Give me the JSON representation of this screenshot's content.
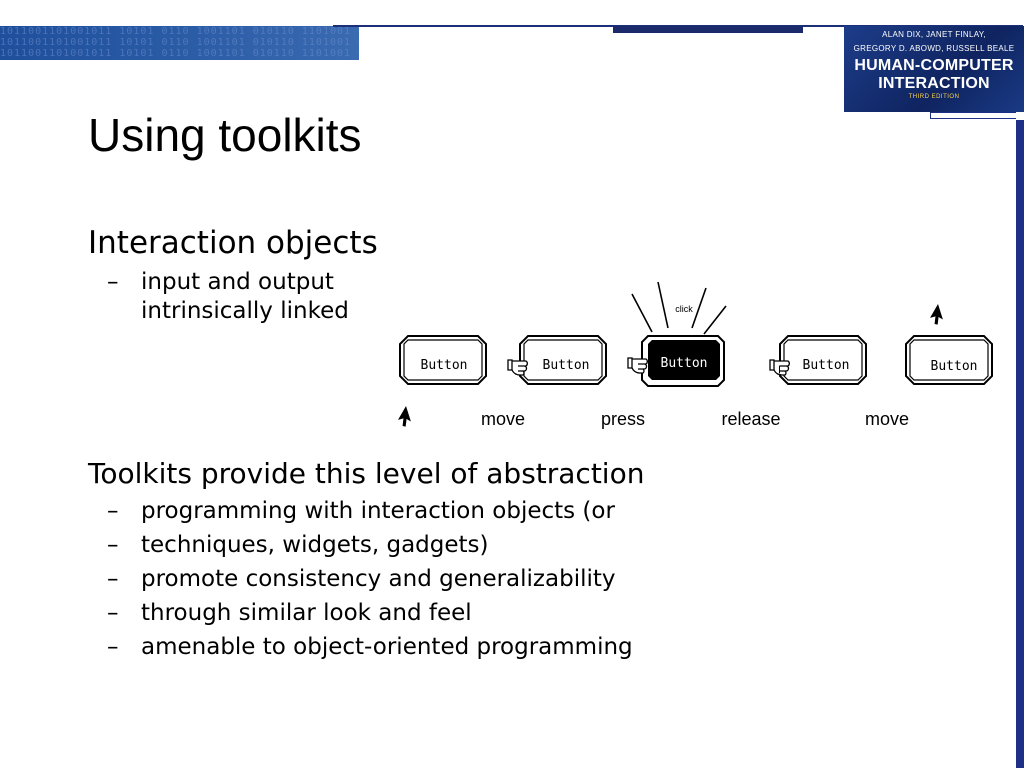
{
  "header": {
    "binary_strip": "1011001101001011 10101 0110 1001101 010110 1101001 0101 10011011010010110 1011010011",
    "book": {
      "authors_line1": "ALAN DIX, JANET FINLAY,",
      "authors_line2": "GREGORY D. ABOWD, RUSSELL BEALE",
      "title_line1": "HUMAN-COMPUTER",
      "title_line2": "INTERACTION",
      "edition": "THIRD EDITION"
    }
  },
  "slide": {
    "title": "Using toolkits",
    "section1": {
      "heading": "Interaction objects",
      "dash": "–",
      "sub": "input and output intrinsically linked"
    },
    "section2": {
      "heading": "Toolkits provide this level of abstraction",
      "dash": "–",
      "items": [
        "programming with interaction objects (or",
        "techniques, widgets, gadgets)",
        "promote consistency and generalizability",
        "through similar look and feel",
        "amenable to object-oriented programming"
      ]
    }
  },
  "diagram": {
    "button_label": "Button",
    "click_label": "click",
    "steps": [
      "move",
      "press",
      "release",
      "move"
    ]
  }
}
